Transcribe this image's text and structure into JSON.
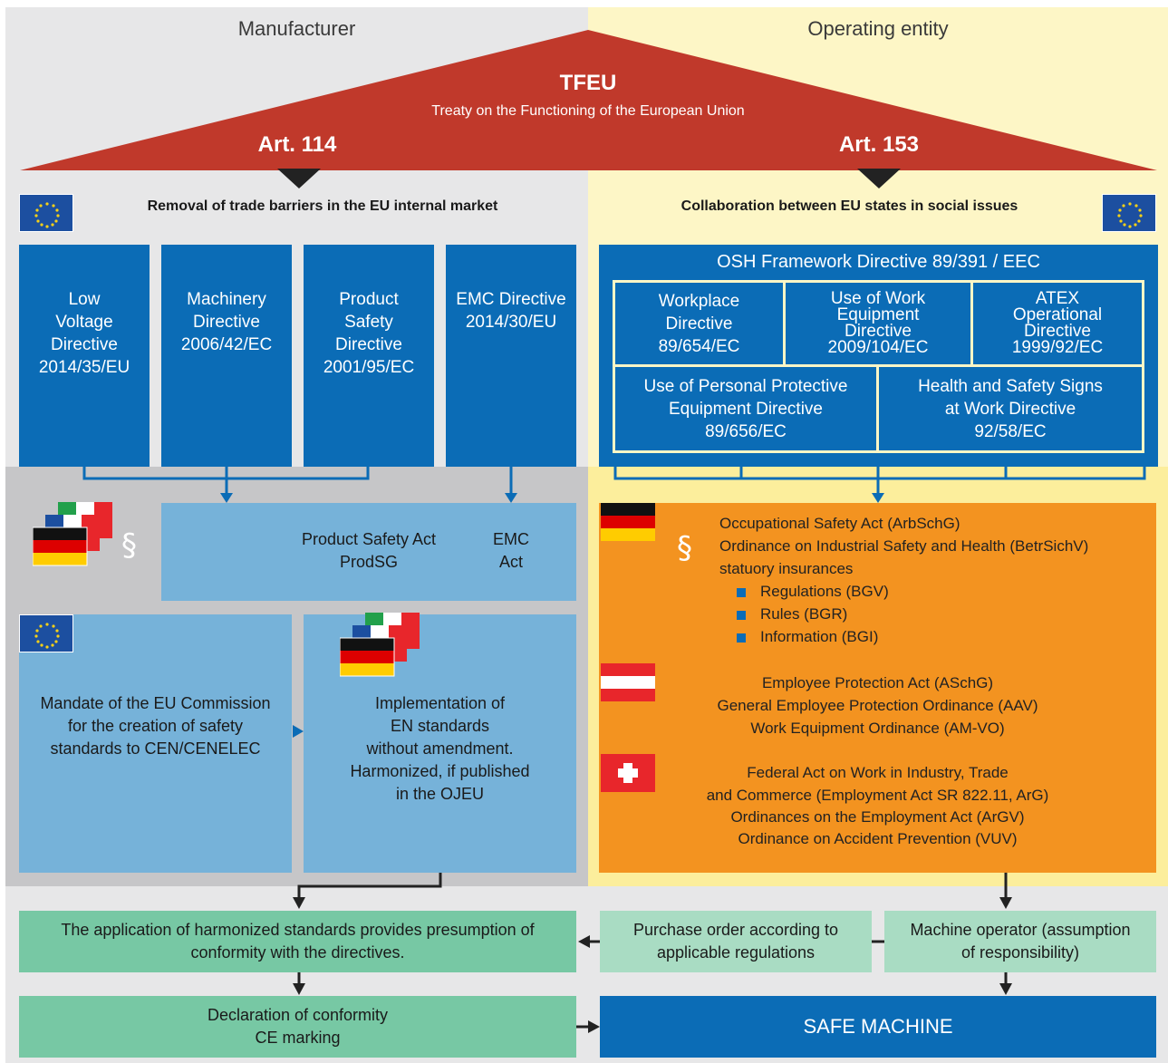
{
  "headers": {
    "left": "Manufacturer",
    "right": "Operating entity"
  },
  "roof": {
    "title": "TFEU",
    "subtitle": "Treaty on the Functioning of the European Union",
    "art_left": "Art. 114",
    "art_right": "Art. 153"
  },
  "sections": {
    "left": "Removal of trade barriers in the EU internal market",
    "right": "Collaboration between EU states in social issues"
  },
  "directives_left": [
    {
      "text": "Low\nVoltage\nDirective\n2014/35/EU"
    },
    {
      "text": "Machinery\nDirective\n2006/42/EC"
    },
    {
      "text": "Product\nSafety\nDirective\n2001/95/EC"
    },
    {
      "text": "EMC Directive\n2014/30/EU"
    }
  ],
  "osh": {
    "title": "OSH Framework Directive 89/391 / EEC",
    "workplace": {
      "l1": "Workplace",
      "l2": "Directive",
      "l3": "89/654/EC"
    },
    "work_equipment": {
      "l1": "Use of Work",
      "l2": "Equipment",
      "l3": "Directive",
      "l4": "2009/104/EC"
    },
    "atex": {
      "l1": "ATEX",
      "l2": "Operational",
      "l3": "Directive",
      "l4": "1999/92/EC"
    },
    "ppe": {
      "l1": "Use of Personal Protective",
      "l2": "Equipment Directive",
      "l3": "89/656/EC"
    },
    "signs": {
      "l1": "Health and Safety Signs",
      "l2": "at Work Directive",
      "l3": "92/58/EC"
    }
  },
  "acts": {
    "paragraph_symbol": "§",
    "prodsg": {
      "l1": "Product Safety Act",
      "l2": "ProdSG"
    },
    "emc": {
      "l1": "EMC",
      "l2": "Act"
    }
  },
  "mandate": {
    "l1": "Mandate of the EU Commission",
    "l2": "for the creation of safety",
    "l3": "standards to CEN/CENELEC"
  },
  "implementation": {
    "l1": "Implementation of",
    "l2": "EN standards",
    "l3": "without amendment.",
    "l4": "Harmonized, if published",
    "l5": "in the OJEU"
  },
  "germany": {
    "l1": "Occupational Safety Act (ArbSchG)",
    "l2": "Ordinance on Industrial Safety and Health (BetrSichV)",
    "l3": "statuory insurances",
    "items": [
      "Regulations (BGV)",
      "Rules (BGR)",
      "Information (BGI)"
    ]
  },
  "austria": {
    "l1": "Employee Protection Act (ASchG)",
    "l2": "General Employee Protection Ordinance (AAV)",
    "l3": "Work Equipment Ordinance (AM-VO)"
  },
  "switzerland": {
    "l1": "Federal Act on Work in Industry, Trade",
    "l2": "and Commerce (Employment Act SR 822.11, ArG)",
    "l3": "Ordinances on the Employment Act (ArGV)",
    "l4": "Ordinance on Accident Prevention (VUV)"
  },
  "bottom": {
    "harmonized": {
      "l1": "The application of harmonized standards provides presumption of",
      "l2": "conformity with the directives."
    },
    "purchase": {
      "l1": "Purchase order according to",
      "l2": "applicable regulations"
    },
    "operator": {
      "l1": "Machine operator (assumption",
      "l2": "of responsibility)"
    },
    "declaration": {
      "l1": "Declaration of conformity",
      "l2": "CE marking"
    },
    "safe": "SAFE MACHINE"
  },
  "colors": {
    "roof": "#c0392b",
    "directive_blue": "#0b6cb6",
    "light_blue": "#76b2d9",
    "orange": "#f39320",
    "green": "#77c8a4",
    "light_green": "#a9dcc3"
  }
}
